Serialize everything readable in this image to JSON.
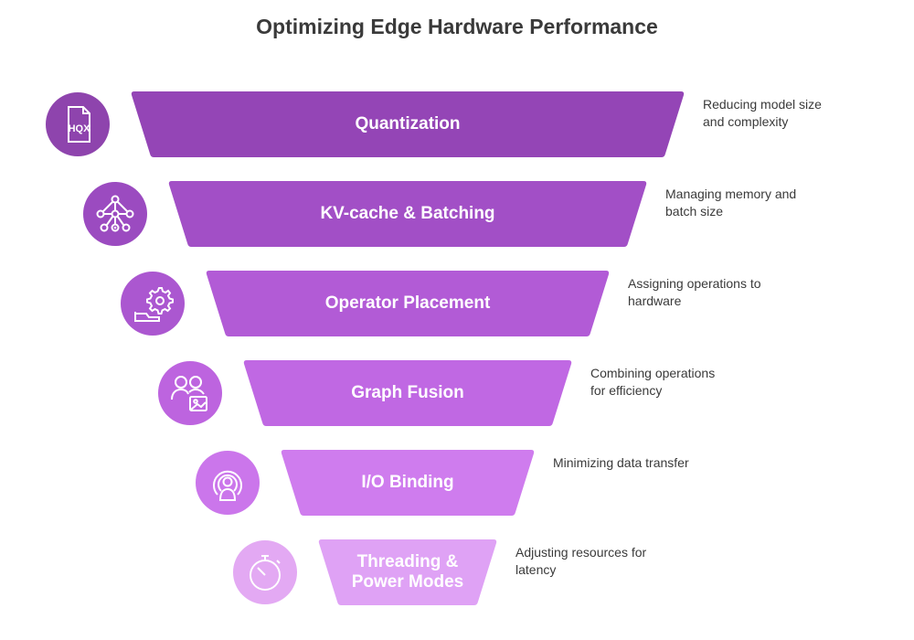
{
  "title": "Optimizing Edge Hardware Performance",
  "stages": [
    {
      "label": "Quantization",
      "description": "Reducing model size\nand complexity",
      "color": "#9445b6",
      "icon_color": "#8e44ad",
      "icon": "file-hqx-icon",
      "icon_text": "HQX"
    },
    {
      "label": "KV-cache & Batching",
      "description": "Managing memory and\nbatch size",
      "color": "#a24fc6",
      "icon_color": "#9b4bc0",
      "icon": "network-nodes-icon"
    },
    {
      "label": "Operator Placement",
      "description": "Assigning operations to\nhardware",
      "color": "#b25bd6",
      "icon_color": "#ab57d0",
      "icon": "gear-hand-icon"
    },
    {
      "label": "Graph Fusion",
      "description": "Combining operations\nfor efficiency",
      "color": "#c068e3",
      "icon_color": "#bd64df",
      "icon": "people-image-icon"
    },
    {
      "label": "I/O Binding",
      "description": "Minimizing data transfer",
      "color": "#cf7cee",
      "icon_color": "#cb76eb",
      "icon": "broadcast-person-icon"
    },
    {
      "label": "Threading &\nPower Modes",
      "description": "Adjusting resources for\nlatency",
      "color": "#dfa2f5",
      "icon_color": "#e3a9f3",
      "icon": "stopwatch-icon"
    }
  ]
}
